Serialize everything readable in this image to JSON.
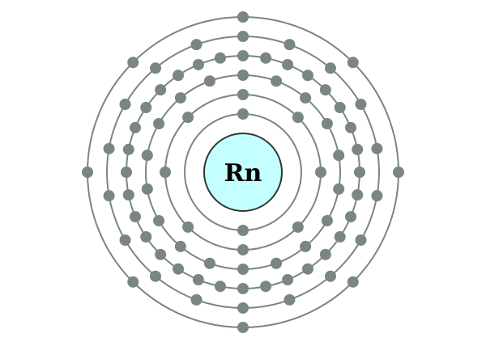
{
  "element": {
    "symbol": "Rn",
    "shells": [
      2,
      8,
      18,
      32,
      18,
      8
    ]
  },
  "colors": {
    "nucleus_fill": "#c4ffff",
    "shell_stroke": "#7a8585",
    "electron": "#7a8585"
  }
}
